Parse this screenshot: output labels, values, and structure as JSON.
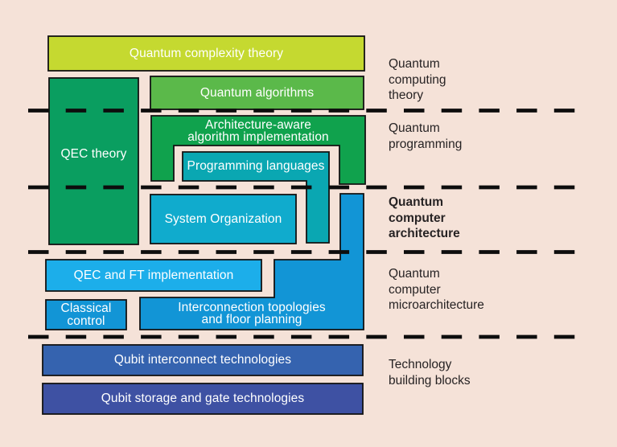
{
  "figure": {
    "title": "Quantum computer architecture layered stack diagram",
    "background_color": "#f5e2d8",
    "outline_color": "#121212",
    "dash_color": "#0d0d0d",
    "box_text_color": "#ffffff",
    "layer_label_text_color": "#272324"
  },
  "boxes": {
    "complexity": {
      "label": "Quantum complexity theory",
      "color": "#c5d930"
    },
    "qec_theory": {
      "label": "QEC theory",
      "color": "#0a9e60"
    },
    "algorithms": {
      "label": "Quantum algorithms",
      "color": "#5bb94a"
    },
    "architecture_aware": {
      "line1": "Architecture-aware",
      "line2": "algorithm implementation",
      "color": "#10a24d"
    },
    "programming_languages": {
      "label": "Programming languages",
      "color": "#0aa7b2"
    },
    "system_organization": {
      "label": "System Organization",
      "color": "#10abcd"
    },
    "qec_ft": {
      "label": "QEC and FT implementation",
      "color": "#1caeea"
    },
    "classical_control": {
      "line1": "Classical",
      "line2": "control",
      "color": "#1295d6"
    },
    "interconnection": {
      "line1": "Interconnection topologies",
      "line2": "and floor planning",
      "color": "#1295d6"
    },
    "qubit_interconnect": {
      "label": "Qubit interconnect technologies",
      "color": "#3563af"
    },
    "qubit_storage": {
      "label": "Qubit storage and gate technologies",
      "color": "#3e51a3"
    }
  },
  "layer_labels": [
    {
      "lines": [
        "Quantum",
        "computing",
        "theory"
      ],
      "bold": false
    },
    {
      "lines": [
        "Quantum",
        "programming"
      ],
      "bold": false
    },
    {
      "lines": [
        "Quantum",
        "computer",
        "architecture"
      ],
      "bold": true
    },
    {
      "lines": [
        "Quantum",
        "computer",
        "microarchitecture"
      ],
      "bold": false
    },
    {
      "lines": [
        "Technology",
        "building blocks"
      ],
      "bold": false
    }
  ]
}
